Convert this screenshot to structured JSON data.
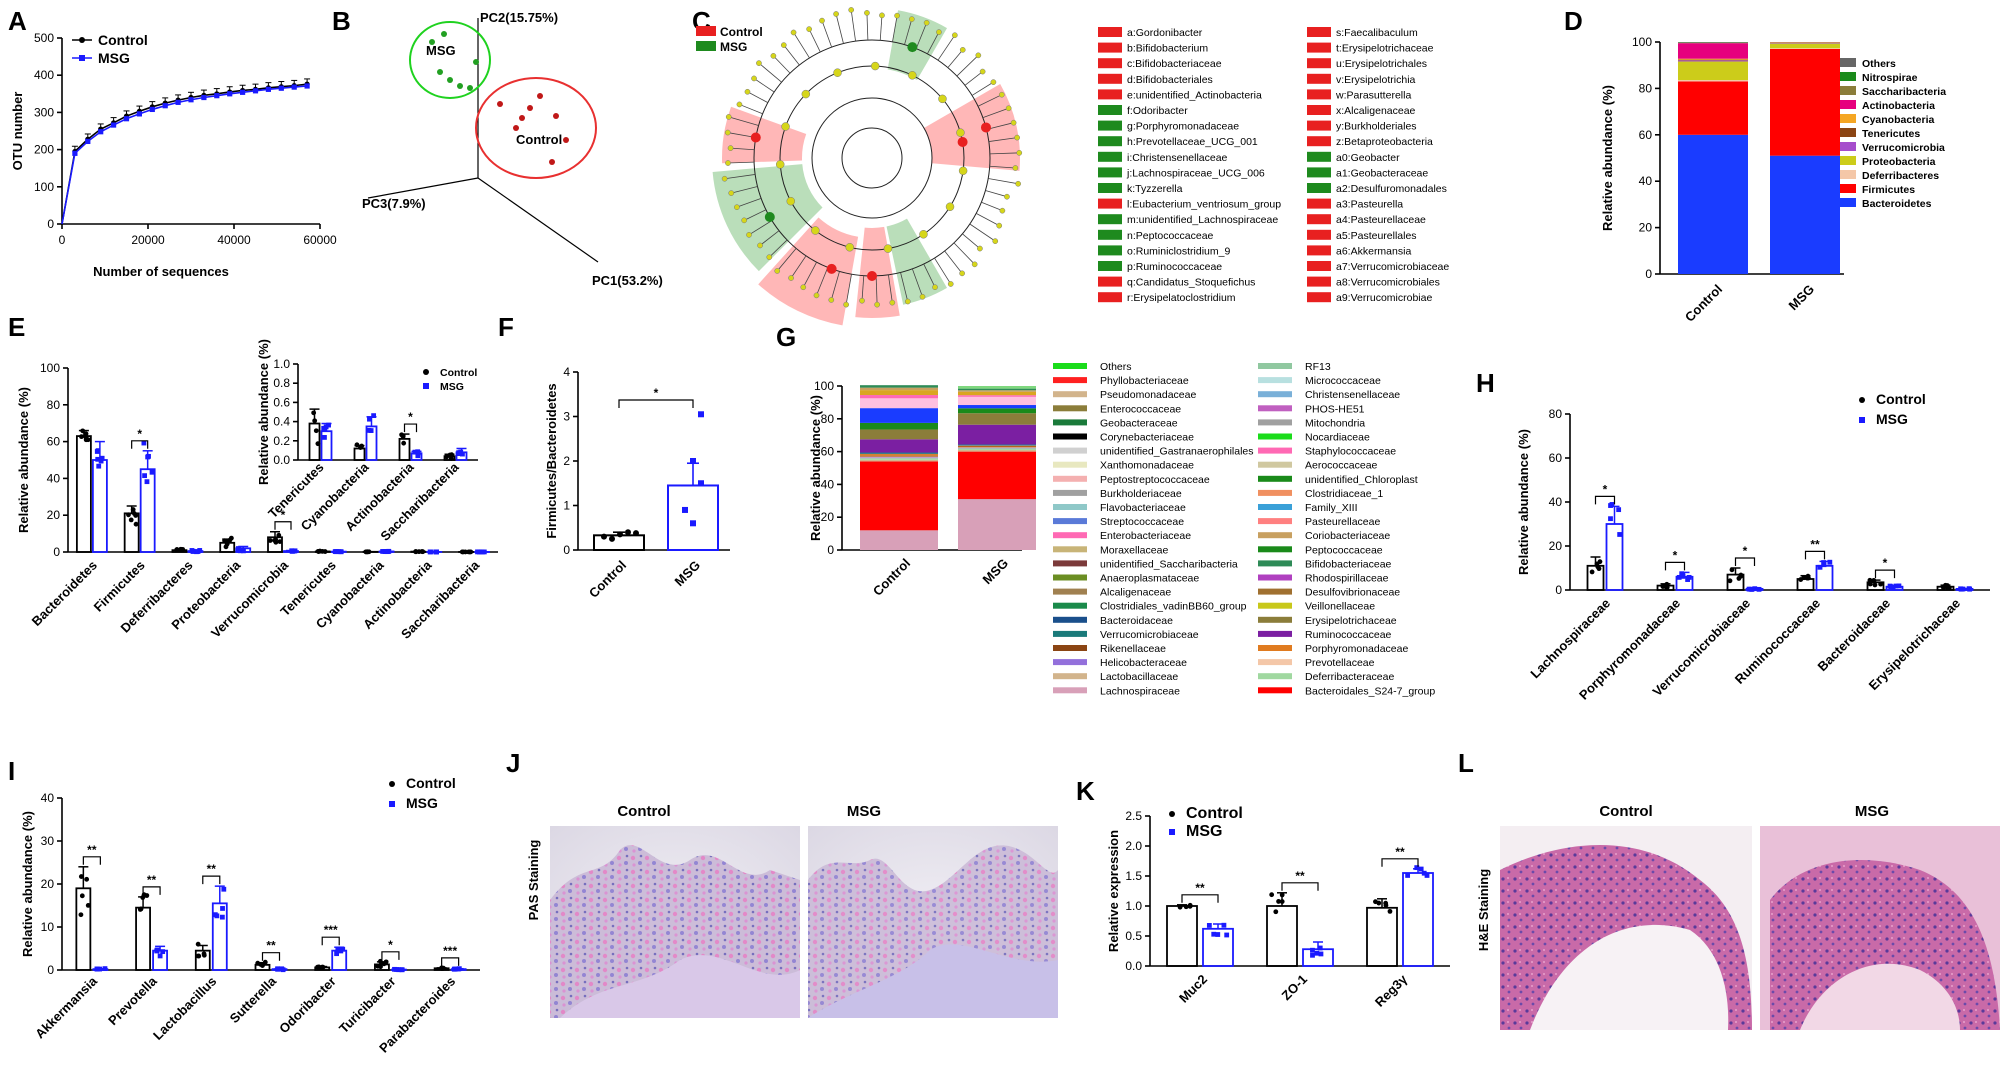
{
  "panels": {
    "A": "A",
    "B": "B",
    "C": "C",
    "D": "D",
    "E": "E",
    "F": "F",
    "G": "G",
    "H": "H",
    "I": "I",
    "J": "J",
    "K": "K",
    "L": "L"
  },
  "groups": {
    "control": "Control",
    "msg": "MSG"
  },
  "colors": {
    "control": "#000000",
    "msg": "#1a1aff",
    "red": "#ff0000",
    "green": "#228b22",
    "blue": "#1a3cff"
  },
  "panelB": {
    "pc1": "PC1(53.2%)",
    "pc2": "PC2(15.75%)",
    "pc3": "PC3(7.9%)",
    "msg_label": "MSG",
    "control_label": "Control"
  },
  "panelJ": {
    "ylabel": "PAS Staining",
    "left": "Control",
    "right": "MSG"
  },
  "panelL": {
    "ylabel": "H&E Staining",
    "left": "Control",
    "right": "MSG"
  },
  "lefse_legend": {
    "control": "Control",
    "msg": "MSG",
    "col1": [
      {
        "t": "a:Gordonibacter",
        "c": "red"
      },
      {
        "t": "b:Bifidobacterium",
        "c": "red"
      },
      {
        "t": "c:Bifidobacteriaceae",
        "c": "red"
      },
      {
        "t": "d:Bifidobacteriales",
        "c": "red"
      },
      {
        "t": "e:unidentified_Actinobacteria",
        "c": "red"
      },
      {
        "t": "f:Odoribacter",
        "c": "green"
      },
      {
        "t": "g:Porphyromonadaceae",
        "c": "green"
      },
      {
        "t": "h:Prevotellaceae_UCG_001",
        "c": "green"
      },
      {
        "t": "i:Christensenellaceae",
        "c": "green"
      },
      {
        "t": "j:Lachnospiraceae_UCG_006",
        "c": "green"
      },
      {
        "t": "k:Tyzzerella",
        "c": "green"
      },
      {
        "t": "l:Eubacterium_ventriosum_group",
        "c": "red"
      },
      {
        "t": "m:unidentified_Lachnospiraceae",
        "c": "green"
      },
      {
        "t": "n:Peptococcaceae",
        "c": "green"
      },
      {
        "t": "o:Ruminiclostridium_9",
        "c": "green"
      },
      {
        "t": "p:Ruminococcaceae",
        "c": "green"
      },
      {
        "t": "q:Candidatus_Stoquefichus",
        "c": "red"
      },
      {
        "t": "r:Erysipelatoclostridium",
        "c": "red"
      }
    ],
    "col2": [
      {
        "t": "s:Faecalibaculum",
        "c": "red"
      },
      {
        "t": "t:Erysipelotrichaceae",
        "c": "red"
      },
      {
        "t": "u:Erysipelotrichales",
        "c": "red"
      },
      {
        "t": "v:Erysipelotrichia",
        "c": "red"
      },
      {
        "t": "w:Parasutterella",
        "c": "red"
      },
      {
        "t": "x:Alcaligenaceae",
        "c": "red"
      },
      {
        "t": "y:Burkholderiales",
        "c": "red"
      },
      {
        "t": "z:Betaproteobacteria",
        "c": "red"
      },
      {
        "t": "a0:Geobacter",
        "c": "green"
      },
      {
        "t": "a1:Geobacteraceae",
        "c": "green"
      },
      {
        "t": "a2:Desulfuromonadales",
        "c": "green"
      },
      {
        "t": "a3:Pasteurella",
        "c": "red"
      },
      {
        "t": "a4:Pasteurellaceae",
        "c": "red"
      },
      {
        "t": "a5:Pasteurellales",
        "c": "red"
      },
      {
        "t": "a6:Akkermansia",
        "c": "red"
      },
      {
        "t": "a7:Verrucomicrobiaceae",
        "c": "red"
      },
      {
        "t": "a8:Verrucomicrobiales",
        "c": "red"
      },
      {
        "t": "a9:Verrucomicrobiae",
        "c": "red"
      }
    ]
  },
  "chart_data": [
    {
      "panel": "A",
      "type": "line",
      "xlabel": "Number of sequences",
      "ylabel": "OTU number",
      "xlim": [
        0,
        60000
      ],
      "ylim": [
        0,
        500
      ],
      "xticks": [
        "0",
        "20000",
        "40000",
        "60000"
      ],
      "yticks": [
        "0",
        "100",
        "200",
        "300",
        "400",
        "500"
      ],
      "series": [
        {
          "name": "Control",
          "x": [
            0,
            3000,
            6000,
            9000,
            12000,
            15000,
            18000,
            21000,
            24000,
            27000,
            30000,
            33000,
            36000,
            39000,
            42000,
            45000,
            48000,
            51000,
            54000,
            57000
          ],
          "y": [
            0,
            195,
            228,
            255,
            272,
            290,
            303,
            315,
            325,
            333,
            340,
            346,
            350,
            355,
            359,
            362,
            366,
            369,
            372,
            376
          ]
        },
        {
          "name": "MSG",
          "x": [
            0,
            3000,
            6000,
            9000,
            12000,
            15000,
            18000,
            21000,
            24000,
            27000,
            30000,
            33000,
            36000,
            39000,
            42000,
            45000,
            48000,
            51000,
            54000,
            57000
          ],
          "y": [
            0,
            190,
            222,
            248,
            266,
            283,
            296,
            308,
            318,
            327,
            334,
            340,
            345,
            350,
            354,
            358,
            362,
            365,
            368,
            371
          ]
        }
      ]
    },
    {
      "panel": "D",
      "type": "bar",
      "stacked": true,
      "ylabel": "Relative abundance (%)",
      "ylim": [
        0,
        100
      ],
      "yticks": [
        "0",
        "20",
        "40",
        "60",
        "80",
        "100"
      ],
      "categories": [
        "Control",
        "MSG"
      ],
      "series": [
        {
          "name": "Bacteroidetes",
          "color": "#1a3cff",
          "values": [
            60,
            51
          ]
        },
        {
          "name": "Firmicutes",
          "color": "#ff0000",
          "values": [
            23,
            46
          ]
        },
        {
          "name": "Deferribacteres",
          "color": "#f4c7a8",
          "values": [
            0.6,
            0.3
          ]
        },
        {
          "name": "Proteobacteria",
          "color": "#cccc1a",
          "values": [
            8,
            2
          ]
        },
        {
          "name": "Verrucomicrobia",
          "color": "#a64dcc",
          "values": [
            0.5,
            0.2
          ]
        },
        {
          "name": "Tenericutes",
          "color": "#8b4513",
          "values": [
            0.3,
            0.2
          ]
        },
        {
          "name": "Cyanobacteria",
          "color": "#f5a623",
          "values": [
            0.4,
            0.1
          ]
        },
        {
          "name": "Actinobacteria",
          "color": "#e6007e",
          "values": [
            6.7,
            0.1
          ]
        },
        {
          "name": "Saccharibacteria",
          "color": "#8b7d3a",
          "values": [
            0.2,
            0.1
          ]
        },
        {
          "name": "Nitrospirae",
          "color": "#1a8a1a",
          "values": [
            0.1,
            0
          ]
        },
        {
          "name": "Others",
          "color": "#666666",
          "values": [
            0.2,
            0
          ]
        }
      ]
    },
    {
      "panel": "E",
      "type": "bar",
      "ylabel": "Relative abundance (%)",
      "ylim": [
        0,
        100
      ],
      "yticks": [
        "0",
        "20",
        "40",
        "60",
        "80",
        "100"
      ],
      "categories": [
        "Bacteroidetes",
        "Firmicutes",
        "Deferribacteres",
        "Proteobacteria",
        "Verrucomicrobia",
        "Tenericutes",
        "Cyanobacteria",
        "Actinobacteria",
        "Saccharibacteria"
      ],
      "series": [
        {
          "name": "Control",
          "values": [
            63,
            21,
            1,
            5,
            8,
            0.3,
            0.1,
            0.2,
            0.05
          ]
        },
        {
          "name": "MSG",
          "values": [
            50,
            45,
            0.5,
            2,
            0.5,
            0.2,
            0.3,
            0.05,
            0.05
          ]
        }
      ],
      "err": [
        [
          3,
          4,
          0.5,
          2,
          3,
          0.1,
          0.05,
          0.05,
          0.02
        ],
        [
          10,
          10,
          0.3,
          1,
          0.3,
          0.05,
          0.1,
          0.02,
          0.02
        ]
      ],
      "sig": [
        "",
        "*",
        "",
        "",
        "*",
        "",
        "",
        "",
        ""
      ],
      "inset": {
        "ylabel": "Relative abundance (%)",
        "ylim": [
          0,
          1
        ],
        "yticks": [
          "0.0",
          "0.2",
          "0.4",
          "0.6",
          "0.8",
          "1.0"
        ],
        "categories": [
          "Tenericutes",
          "Cyanobacteria",
          "Actinobacteria",
          "Saccharibacteria"
        ],
        "series": [
          {
            "name": "Control",
            "values": [
              0.38,
              0.12,
              0.22,
              0.04
            ]
          },
          {
            "name": "MSG",
            "values": [
              0.3,
              0.35,
              0.07,
              0.08
            ]
          }
        ],
        "err": [
          [
            0.15,
            0.03,
            0.05,
            0.02
          ],
          [
            0.08,
            0.1,
            0.02,
            0.04
          ]
        ],
        "sig": [
          "",
          "",
          "*",
          ""
        ]
      }
    },
    {
      "panel": "F",
      "type": "bar",
      "ylabel": "Firmicutes/Bacteroidetes",
      "ylim": [
        0,
        4
      ],
      "yticks": [
        "0",
        "1",
        "2",
        "3",
        "4"
      ],
      "categories": [
        "Control",
        "MSG"
      ],
      "values": [
        0.33,
        1.45
      ],
      "err": [
        0.07,
        0.5
      ],
      "sig": "*",
      "points": [
        [
          0.3,
          0.25,
          0.35,
          0.4,
          0.38
        ],
        [
          0.6,
          0.9,
          1.5,
          2.0,
          3.05
        ]
      ]
    },
    {
      "panel": "G",
      "type": "bar",
      "stacked": true,
      "ylabel": "Relative abundance (%)",
      "ylim": [
        0,
        100
      ],
      "yticks": [
        "0",
        "20",
        "40",
        "60",
        "80",
        "100"
      ],
      "categories": [
        "Control",
        "MSG"
      ],
      "series": [
        {
          "name": "Lachnospiraceae",
          "color": "#d8a0b8",
          "values": [
            12,
            31
          ]
        },
        {
          "name": "Bacteroidales_S24-7_group",
          "color": "#ff0000",
          "values": [
            42,
            29
          ]
        },
        {
          "name": "Lactobacillaceae",
          "color": "#d2b48c",
          "values": [
            1,
            1
          ]
        },
        {
          "name": "Deferribacteraceae",
          "color": "#a0d8a0",
          "values": [
            1,
            1
          ]
        },
        {
          "name": "Helicobacteraceae",
          "color": "#9370db",
          "values": [
            0.5,
            0.3
          ]
        },
        {
          "name": "Prevotellaceae",
          "color": "#f4c7a8",
          "values": [
            0.5,
            0.3
          ]
        },
        {
          "name": "Rikenellaceae",
          "color": "#8b4513",
          "values": [
            0.5,
            0.5
          ]
        },
        {
          "name": "Porphyromonadaceae",
          "color": "#e07b20",
          "values": [
            1,
            0.5
          ]
        },
        {
          "name": "Verrucomicrobiaceae",
          "color": "#1a7a7a",
          "values": [
            0.5,
            0.3
          ]
        },
        {
          "name": "Bacteroidaceae",
          "color": "#1a4f8b",
          "values": [
            0.5,
            0.5
          ]
        },
        {
          "name": "Ruminococcaceae",
          "color": "#7b1fa2",
          "values": [
            8,
            12
          ]
        },
        {
          "name": "Erysipelotrichaceae",
          "color": "#8b7d3a",
          "values": [
            6,
            7
          ]
        },
        {
          "name": "Peptococcaceae",
          "color": "#1a8a1a",
          "values": [
            4,
            3
          ]
        },
        {
          "name": "Streptococcaceae",
          "color": "#1a3cff",
          "values": [
            9,
            2
          ]
        },
        {
          "name": "Others",
          "color": "#ffc0e0",
          "values": [
            6,
            5
          ]
        },
        {
          "name": "Burkholderiaceae",
          "color": "#ff69b4",
          "values": [
            2,
            1
          ]
        },
        {
          "name": "Enterococcaceae",
          "color": "#daa520",
          "values": [
            3,
            2
          ]
        },
        {
          "name": "Coriobacteriaceae",
          "color": "#c8a060",
          "values": [
            1.5,
            1
          ]
        },
        {
          "name": "Bifidobacteriaceae",
          "color": "#2e8b57",
          "values": [
            1.5,
            1
          ]
        }
      ],
      "legend_col1": [
        "Others",
        "Phyllobacteriaceae",
        "Pseudomonadaceae",
        "Enterococcaceae",
        "Geobacteraceae",
        "Corynebacteriaceae",
        "unidentified_Gastranaerophilales",
        "Xanthomonadaceae",
        "Peptostreptococcaceae",
        "Burkholderiaceae",
        "Flavobacteriaceae",
        "Streptococcaceae",
        "Enterobacteriaceae",
        "Moraxellaceae",
        "unidentified_Saccharibacteria",
        "Anaeroplasmataceae",
        "Alcaligenaceae",
        "Clostridiales_vadinBB60_group",
        "Bacteroidaceae",
        "Verrucomicrobiaceae",
        "Rikenellaceae",
        "Helicobacteraceae",
        "Lactobacillaceae",
        "Lachnospiraceae"
      ],
      "legend_col1_colors": [
        "#1adc1a",
        "#ff2020",
        "#d2b48c",
        "#8b7d3a",
        "#1a7a3a",
        "#000000",
        "#d0d0d0",
        "#e8e8c0",
        "#f4b0b0",
        "#a0a0a0",
        "#8fc8c8",
        "#5a7ad8",
        "#ff69b4",
        "#c8b478",
        "#7b3a3a",
        "#6b8e23",
        "#a08050",
        "#1a8a4a",
        "#1a4f8b",
        "#1a7a7a",
        "#8b4513",
        "#9370db",
        "#d2b48c",
        "#d8a0b8"
      ],
      "legend_col2": [
        "RF13",
        "Micrococcaceae",
        "Christensenellaceae",
        "PHOS-HE51",
        "Mitochondria",
        "Nocardiaceae",
        "Staphylococcaceae",
        "Aerococcaceae",
        "unidentified_Chloroplast",
        "Clostridiaceae_1",
        "Family_XIII",
        "Pasteurellaceae",
        "Coriobacteriaceae",
        "Peptococcaceae",
        "Bifidobacteriaceae",
        "Rhodospirillaceae",
        "Desulfovibrionaceae",
        "Veillonellaceae",
        "Erysipelotrichaceae",
        "Ruminococcaceae",
        "Porphyromonadaceae",
        "Prevotellaceae",
        "Deferribacteraceae",
        "Bacteroidales_S24-7_group"
      ],
      "legend_col2_colors": [
        "#90c8a0",
        "#b8e0e0",
        "#7ab0d8",
        "#c060c0",
        "#a0a0a0",
        "#1adc1a",
        "#ff69b4",
        "#d0c8a0",
        "#1a8a1a",
        "#f09060",
        "#3aa0d8",
        "#ff8080",
        "#c8a060",
        "#1a8a1a",
        "#2e8b57",
        "#b040c0",
        "#a07030",
        "#c8c81a",
        "#8b7d3a",
        "#7b1fa2",
        "#e07b20",
        "#f4c7a8",
        "#a0d8a0",
        "#ff0000"
      ]
    },
    {
      "panel": "H",
      "type": "bar",
      "ylabel": "Relative abundance (%)",
      "ylim": [
        0,
        80
      ],
      "yticks": [
        "0",
        "20",
        "40",
        "60",
        "80"
      ],
      "categories": [
        "Lachnospiraceae",
        "Porphyromonadaceae",
        "Verrucomicrobiaceae",
        "Ruminococcaceae",
        "Bacteroidaceae",
        "Erysipelotrichaceae"
      ],
      "series": [
        {
          "name": "Control",
          "values": [
            11,
            2,
            7,
            5,
            3.5,
            1.5
          ]
        },
        {
          "name": "MSG",
          "values": [
            30,
            6,
            0.5,
            11,
            1.5,
            0.5
          ]
        }
      ],
      "err": [
        [
          4,
          0.8,
          3,
          1.5,
          1,
          0.7
        ],
        [
          8,
          2,
          0.2,
          2,
          0.5,
          0.2
        ]
      ],
      "sig": [
        "*",
        "*",
        "*",
        "**",
        "*",
        ""
      ]
    },
    {
      "panel": "I",
      "type": "bar",
      "ylabel": "Relative abundance (%)",
      "ylim": [
        0,
        40
      ],
      "yticks": [
        "0",
        "10",
        "20",
        "30",
        "40"
      ],
      "categories": [
        "Akkermansia",
        "Prevotella",
        "Lactobacillus",
        "Sutterella",
        "Odoribacter",
        "Turicibacter",
        "Parabacteroides"
      ],
      "series": [
        {
          "name": "Control",
          "values": [
            19,
            14.5,
            4.5,
            1.2,
            0.6,
            1.3,
            0.4
          ]
        },
        {
          "name": "MSG",
          "values": [
            0.2,
            4.5,
            15.5,
            0.2,
            4.5,
            0.1,
            0.2
          ]
        }
      ],
      "err": [
        [
          5,
          2.5,
          1.2,
          0.5,
          0.2,
          0.6,
          0.1
        ],
        [
          0.1,
          1,
          4,
          0.1,
          0.8,
          0.05,
          0.1
        ]
      ],
      "sig": [
        "**",
        "**",
        "**",
        "**",
        "***",
        "*",
        "***"
      ]
    },
    {
      "panel": "K",
      "type": "bar",
      "ylabel": "Relative expression",
      "ylim": [
        0,
        2.5
      ],
      "yticks": [
        "0.0",
        "0.5",
        "1.0",
        "1.5",
        "2.0",
        "2.5"
      ],
      "categories": [
        "Muc2",
        "ZO-1",
        "Reg3γ"
      ],
      "series": [
        {
          "name": "Control",
          "values": [
            1.0,
            1.0,
            0.97
          ]
        },
        {
          "name": "MSG",
          "values": [
            0.62,
            0.28,
            1.55
          ]
        }
      ],
      "err": [
        [
          0.02,
          0.22,
          0.15
        ],
        [
          0.08,
          0.12,
          0.07
        ]
      ],
      "sig": [
        "**",
        "**",
        "**"
      ]
    }
  ]
}
